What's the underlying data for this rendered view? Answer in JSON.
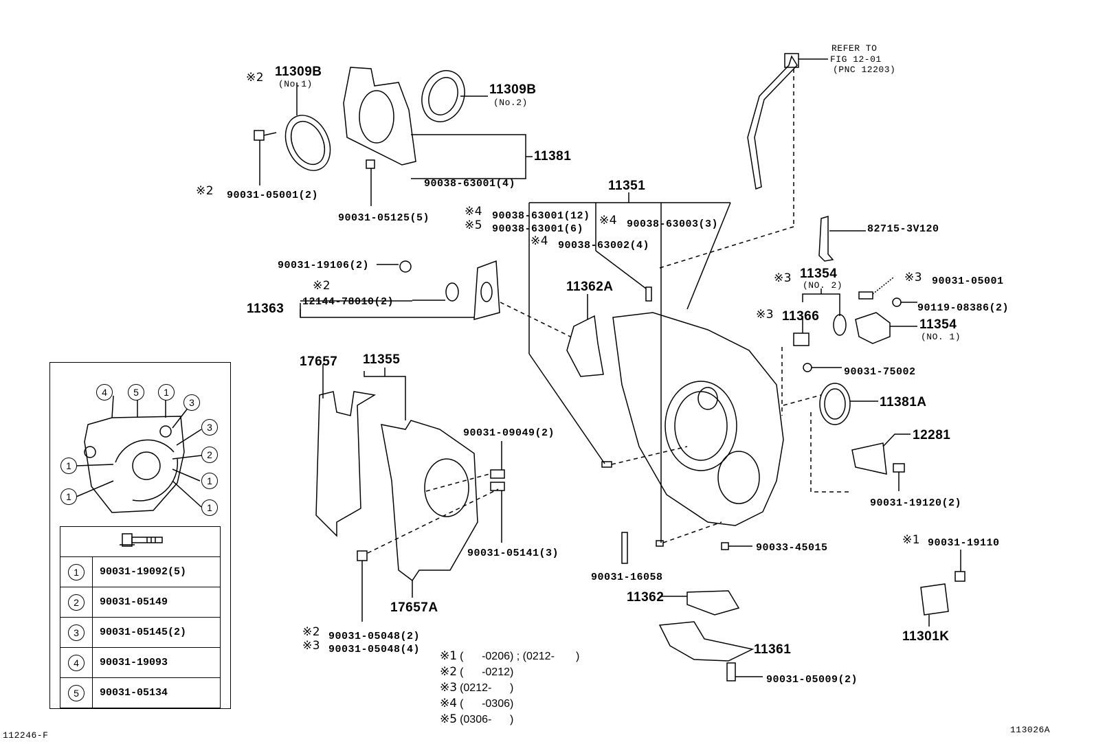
{
  "parts": {
    "p11309b_no1": {
      "mark": "※2",
      "num": "11309B",
      "sub": "(No.1)"
    },
    "p11309b_no2": {
      "num": "11309B",
      "sub": "(No.2)"
    },
    "p11381": "11381",
    "p90038_63001_4": "90038-63001(4)",
    "p90031_05001_2": {
      "mark": "※2",
      "num": "90031-05001(2)"
    },
    "p90031_05125": "90031-05125(5)",
    "p11351": "11351",
    "p90038_63001_12": {
      "mark": "※4",
      "num": "90038-63001(12)"
    },
    "p90038_63001_6": {
      "mark": "※5",
      "num": "90038-63001(6)"
    },
    "p90038_63003": {
      "mark": "※4",
      "num": "90038-63003(3)"
    },
    "p90038_63002": {
      "mark": "※4",
      "num": "90038-63002(4)"
    },
    "p90031_19106": "90031-19106(2)",
    "p12144": {
      "mark": "※2",
      "num": "12144-78010(2)"
    },
    "p11363": "11363",
    "p11362a": "11362A",
    "refer": {
      "line1": "REFER TO",
      "line2": "FIG 12-01",
      "line3": "(PNC 12203)"
    },
    "p82715": "82715-3V120",
    "p11354_no2": {
      "mark": "※3",
      "num": "11354",
      "sub": "(NO. 2)"
    },
    "p90031_05001": {
      "mark": "※3",
      "num": "90031-05001"
    },
    "p90119": "90119-08386(2)",
    "p11366": {
      "mark": "※3",
      "num": "11366"
    },
    "p11354_no1": {
      "num": "11354",
      "sub": "(NO. 1)"
    },
    "p90031_75002": "90031-75002",
    "p11381a": "11381A",
    "p12281": "12281",
    "p90031_19120": "90031-19120(2)",
    "p90031_19110": {
      "mark": "※1",
      "num": "90031-19110"
    },
    "p11301k": "11301K",
    "p17657": "17657",
    "p11355": "11355",
    "p90031_09049": "90031-09049(2)",
    "p90031_05141": "90031-05141(3)",
    "p17657a": "17657A",
    "p90031_16058": "90031-16058",
    "p90033_45015": "90033-45015",
    "p11362": "11362",
    "p11361": "11361",
    "p90031_05009": "90031-05009(2)",
    "p90031_05048_2": {
      "mark": "※2",
      "num": "90031-05048(2)"
    },
    "p90031_05048_4": {
      "mark": "※3",
      "num": "90031-05048(4)"
    }
  },
  "notes": [
    {
      "mark": "※1",
      "text": "(      -0206) ; (0212-       )"
    },
    {
      "mark": "※2",
      "text": "(      -0212)"
    },
    {
      "mark": "※3",
      "text": "(0212-      )"
    },
    {
      "mark": "※4",
      "text": "(      -0306)"
    },
    {
      "mark": "※5",
      "text": "(0306-      )"
    }
  ],
  "inset": {
    "callouts": [
      "4",
      "5",
      "1",
      "3",
      "3",
      "2",
      "1",
      "1",
      "1",
      "1"
    ],
    "rows": [
      {
        "num": "1",
        "part": "90031-19092(5)"
      },
      {
        "num": "2",
        "part": "90031-05149"
      },
      {
        "num": "3",
        "part": "90031-05145(2)"
      },
      {
        "num": "4",
        "part": "90031-19093"
      },
      {
        "num": "5",
        "part": "90031-05134"
      }
    ]
  },
  "footer": {
    "left_code": "112246-F",
    "right_code": "113026A"
  }
}
